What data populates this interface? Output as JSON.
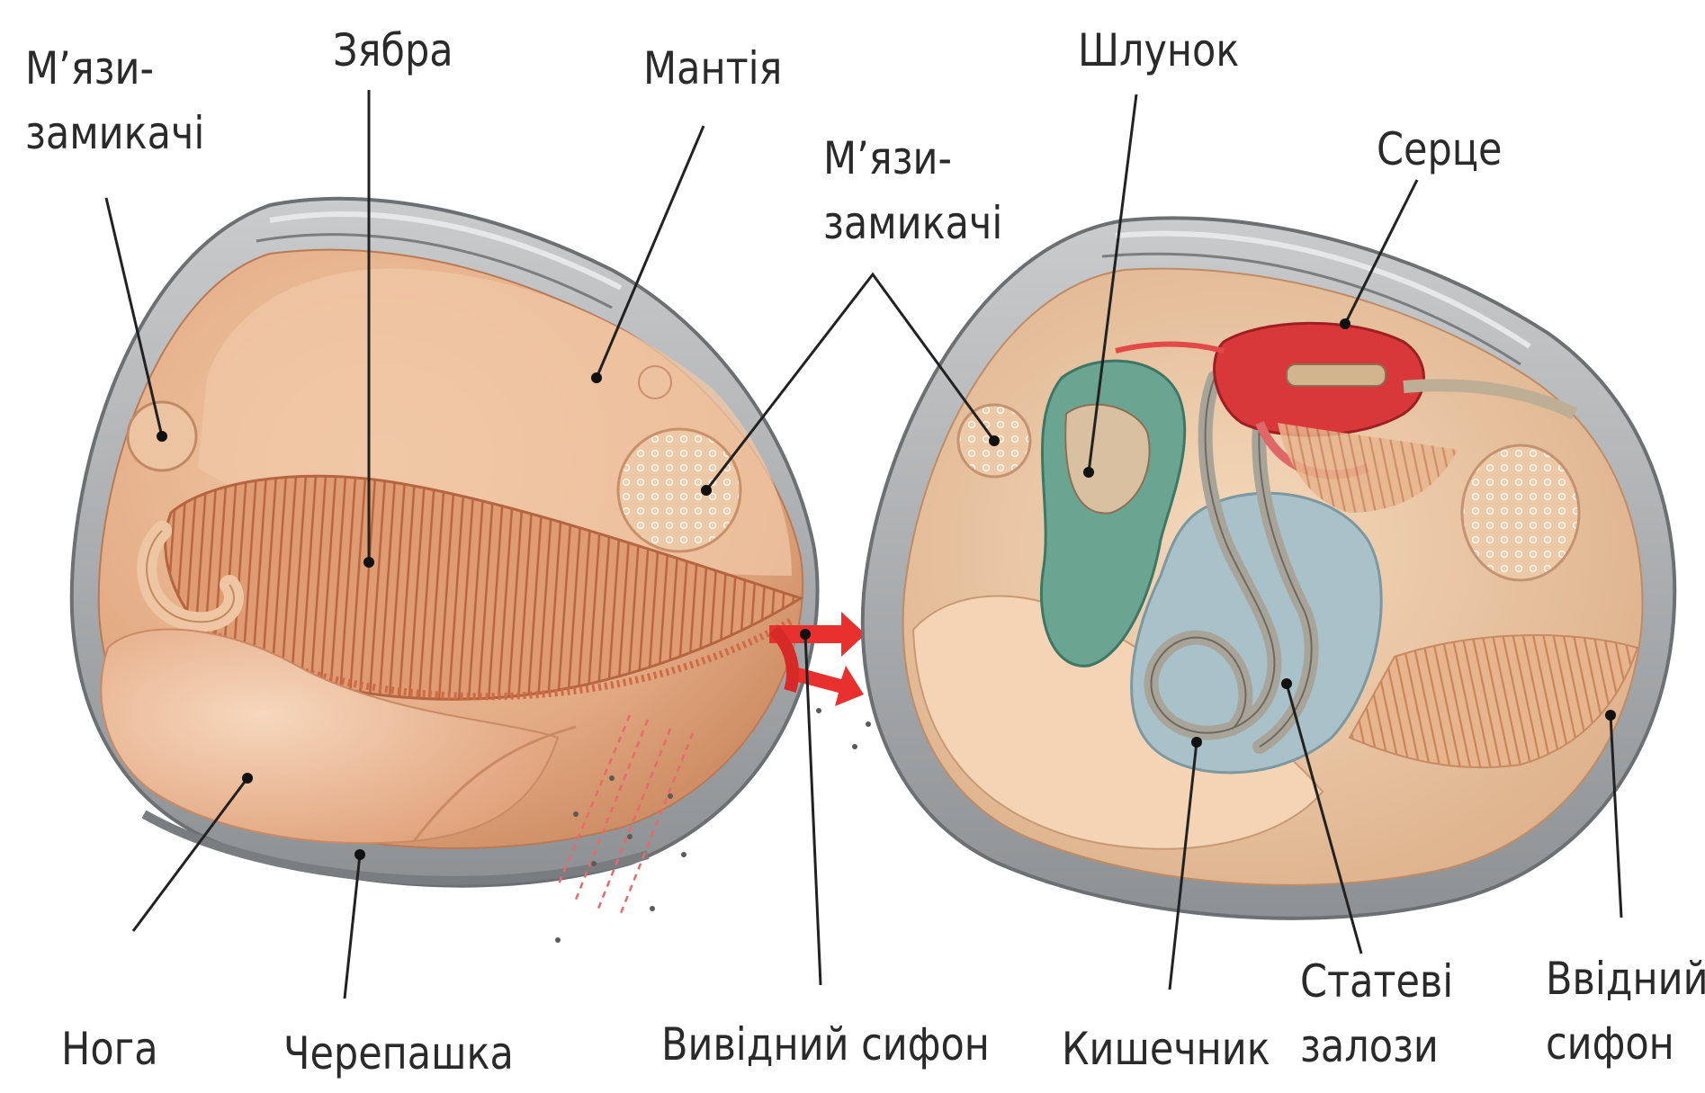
{
  "labels": {
    "left_muscles": "М’язи-\nзамикачі",
    "gill": "Зябра",
    "mantle": "Мантія",
    "right_muscles": "М’язи-\nзамикачі",
    "stomach": "Шлунок",
    "heart": "Серце",
    "foot": "Нога",
    "shell": "Черепашка",
    "outlet_siphon": "Вивідний сифон",
    "intestine": "Кишечник",
    "gonads": "Статеві\nзалози",
    "inlet_siphon": "Ввідний\nсифон"
  },
  "colors": {
    "label_text": "#2a2a2a",
    "leader_line": "#222222",
    "shell_grey": "#9a9c9e",
    "mantle_peach": "#e7b894",
    "gill_orange": "#d9895e",
    "foot_peach": "#efbf9c",
    "stomach_green": "#6aa592",
    "gonad_blue": "#a9c1c8",
    "intestine_grey": "#a9a49a",
    "heart_red": "#d8383a",
    "arrow_red": "#e8312f"
  }
}
